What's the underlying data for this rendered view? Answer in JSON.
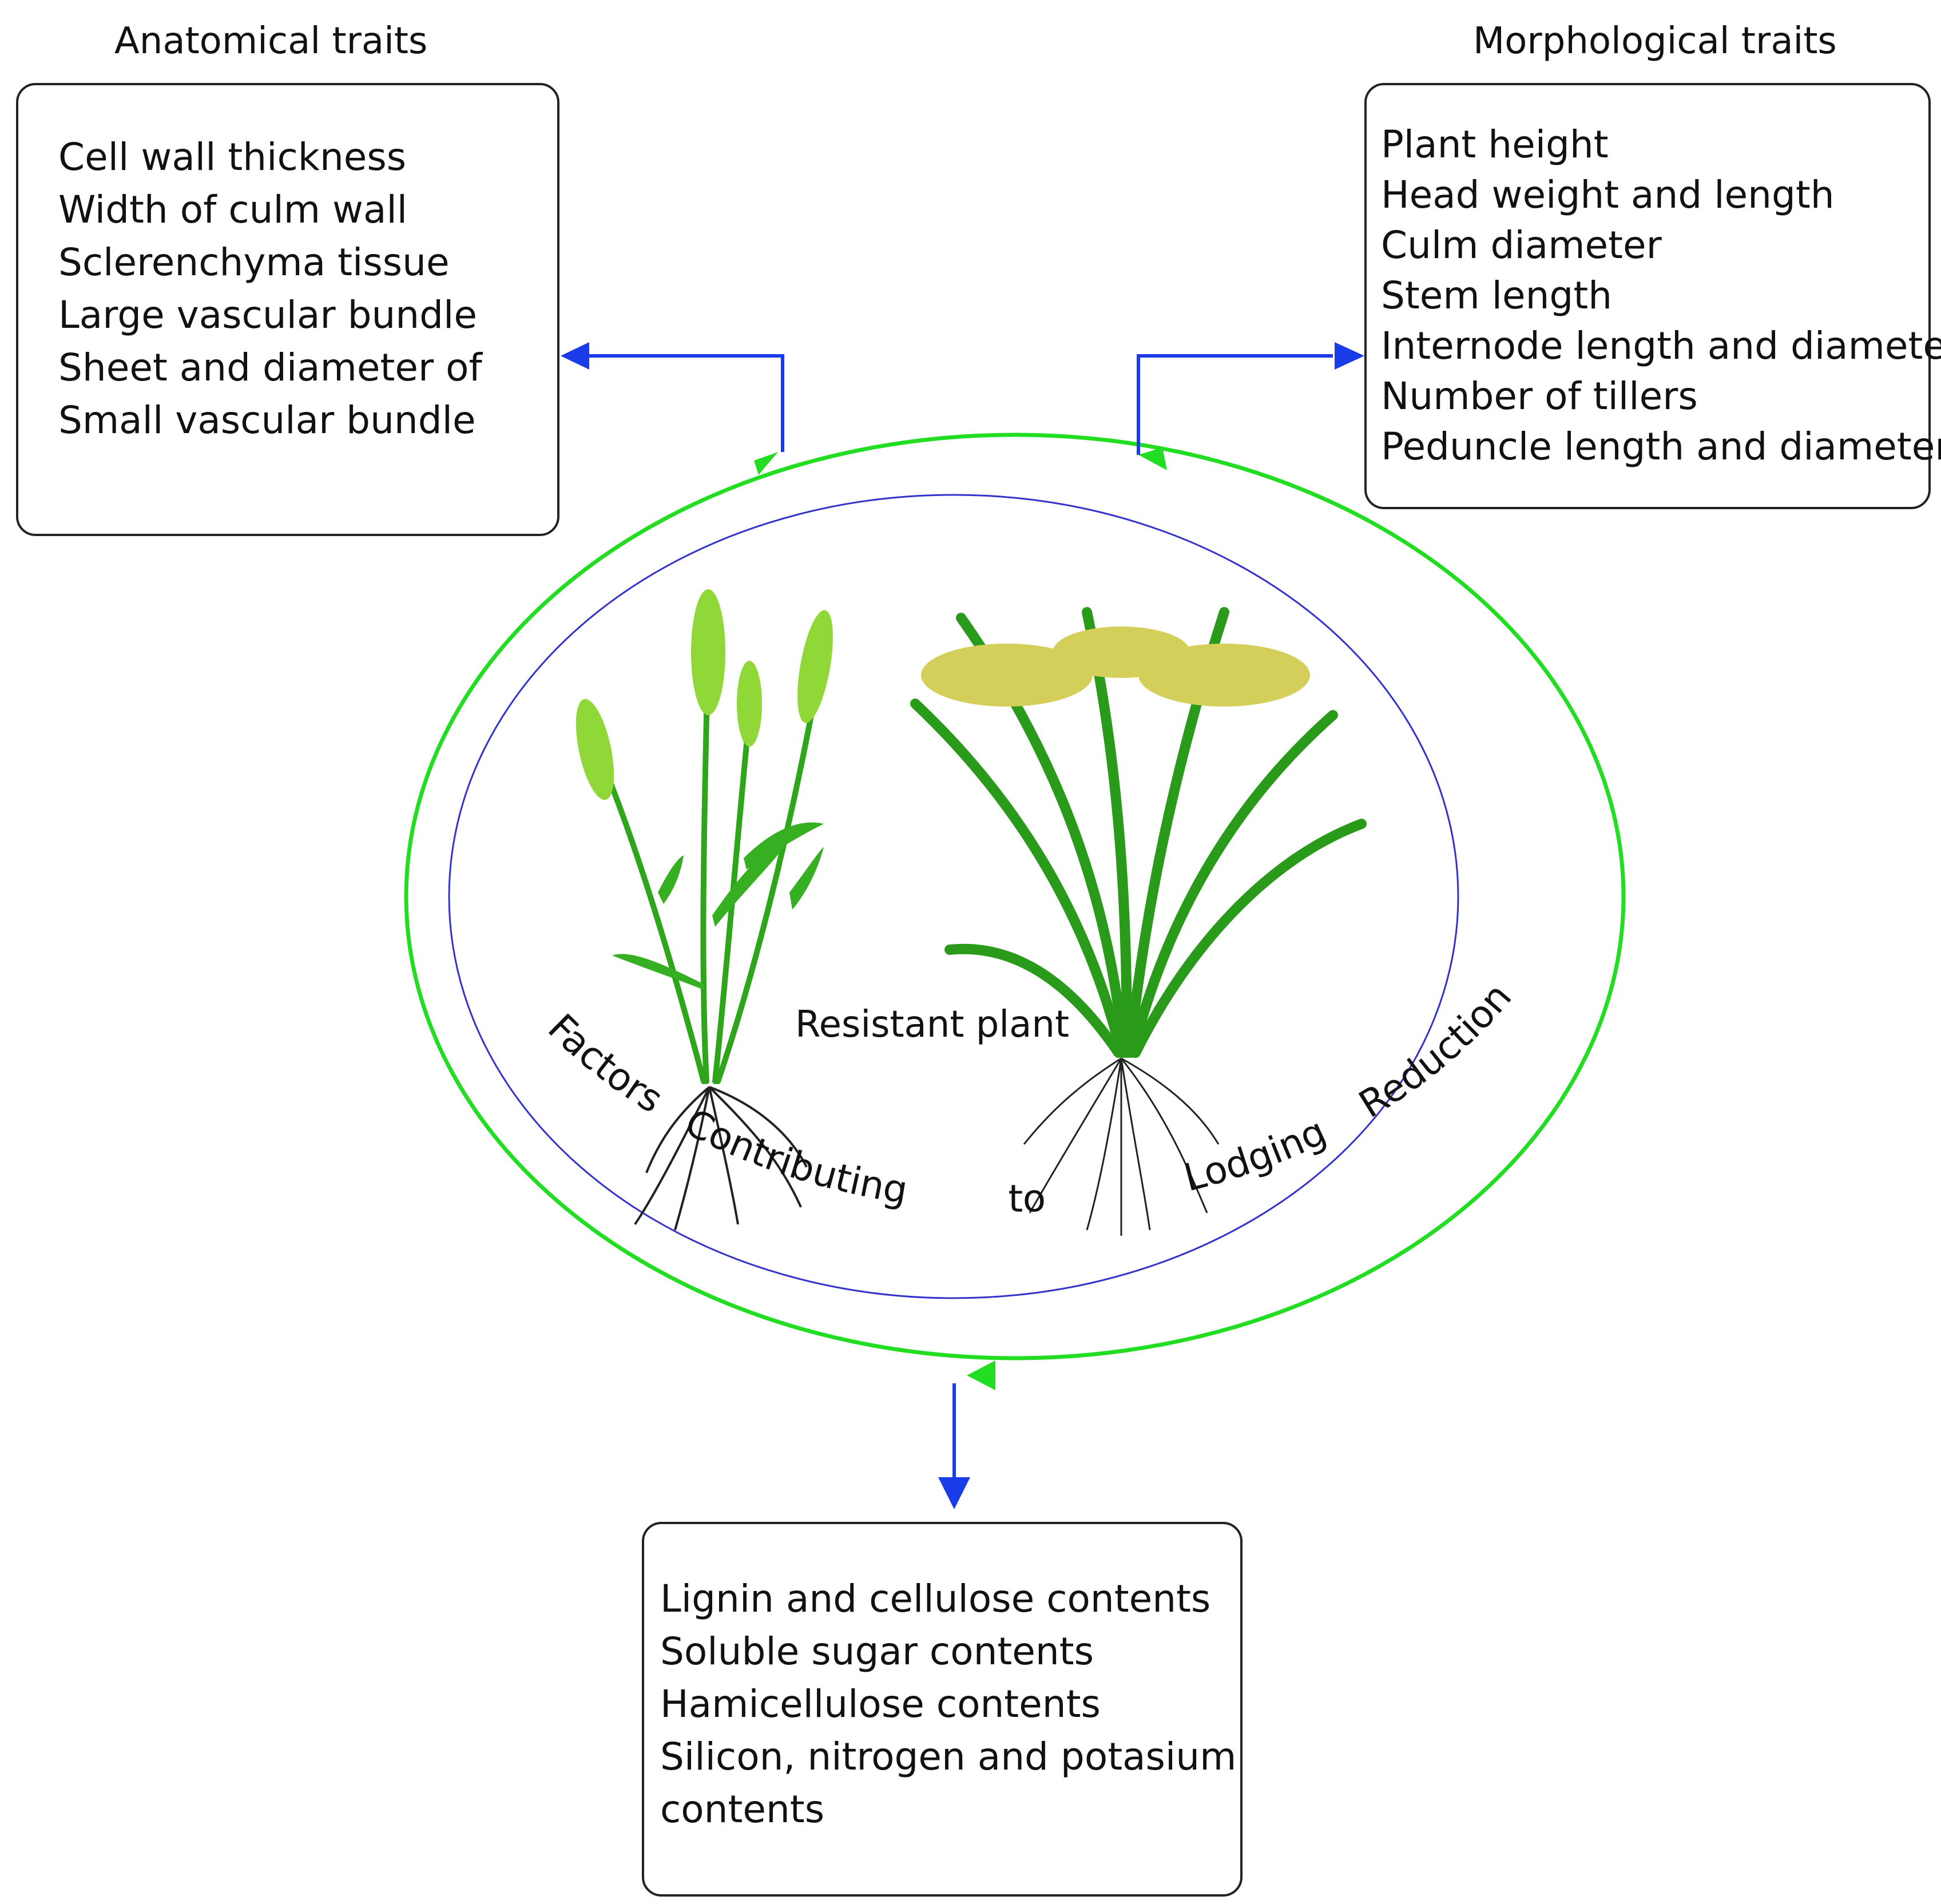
{
  "headings": {
    "anatomical": "Anatomical traits",
    "morphological": "Morphological traits"
  },
  "anatomical_items": [
    "Cell wall thickness",
    "Width of culm wall",
    "Sclerenchyma tissue",
    "Large vascular bundle",
    "Sheet and diameter of",
    "Small vascular bundle"
  ],
  "morphological_items": [
    "Plant height",
    "Head weight and length",
    "Culm diameter",
    "Stem length",
    "Internode length and diameter",
    "Number of tillers",
    "Peduncle length and diameter"
  ],
  "chemical_items": [
    "Lignin and cellulose contents",
    "Soluble sugar contents",
    "Hamicellulose contents",
    "Silicon, nitrogen and potasium",
    "contents"
  ],
  "center_label": "Resistant plant",
  "circle_words": [
    "Factors",
    "Contributing",
    "to",
    "Lodging",
    "Reduction"
  ],
  "colors": {
    "outer_ring": "#22dd22",
    "inner_ring": "#3333cc",
    "arrows": "#1a3be8",
    "leaf": "#2fa51c",
    "grain": "#c9c24a",
    "root": "#222222"
  }
}
